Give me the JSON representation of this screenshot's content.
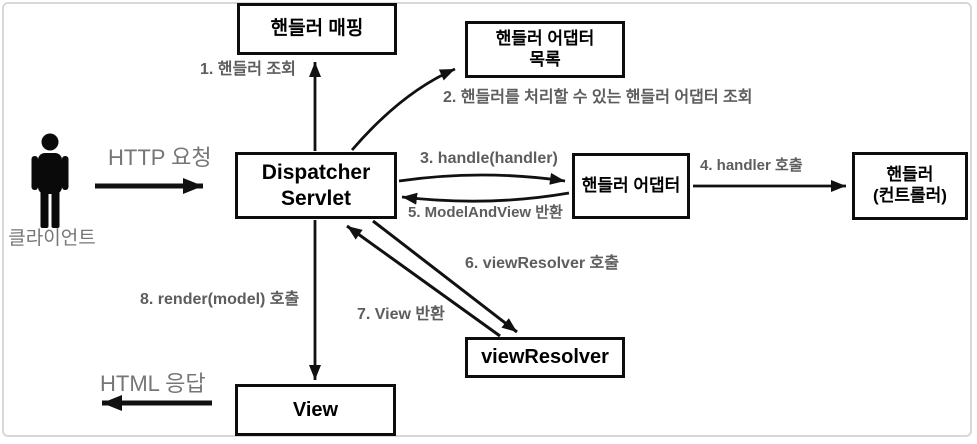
{
  "diagram": {
    "title_semantic": "Spring MVC DispatcherServlet request flow",
    "actor": {
      "label": "클라이언트"
    },
    "boxes": {
      "handler_mapping": "핸들러 매핑",
      "handler_adapter_list_line1": "핸들러 어댑터",
      "handler_adapter_list_line2": "목록",
      "dispatcher_line1": "Dispatcher",
      "dispatcher_line2": "Servlet",
      "handler_adapter": "핸들러 어댑터",
      "handler_line1": "핸들러",
      "handler_line2": "(컨트롤러)",
      "view_resolver": "viewResolver",
      "view": "View"
    },
    "labels": {
      "http_request": "HTTP 요청",
      "html_response": "HTML 응답",
      "step1": "1. 핸들러 조회",
      "step2": "2. 핸들러를 처리할 수 있는 핸들러 어댑터 조회",
      "step3": "3. handle(handler)",
      "step4": "4. handler 호출",
      "step5": "5. ModelAndView 반환",
      "step6": "6. viewResolver 호출",
      "step7": "7. View 반환",
      "step8": "8. render(model) 호출"
    },
    "colors": {
      "box_border": "#0d0d0d",
      "arrow": "#111111",
      "label_gray": "#5d5d5d",
      "label_light_gray": "#767676",
      "frame_border": "#d8d8d8",
      "background": "#ffffff"
    }
  }
}
